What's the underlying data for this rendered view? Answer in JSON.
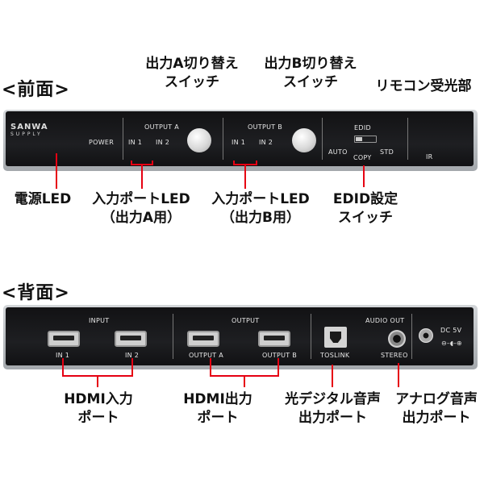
{
  "front": {
    "heading": "<前面>",
    "brand": {
      "name": "SANWA",
      "sub": "SUPPLY"
    },
    "panel": {
      "power": "POWER",
      "output_a": "OUTPUT A",
      "output_b": "OUTPUT B",
      "in1": "IN 1",
      "in2": "IN 2",
      "edid": "EDID",
      "auto": "AUTO",
      "copy": "COPY",
      "std": "STD",
      "ir": "IR"
    },
    "callouts": {
      "switch_a": [
        "出力A切り替え",
        "スイッチ"
      ],
      "switch_b": [
        "出力B切り替え",
        "スイッチ"
      ],
      "ir_receiver": [
        "リモコン受光部"
      ],
      "power_led": [
        "電源LED"
      ],
      "port_led_a": [
        "入力ポートLED",
        "（出力A用）"
      ],
      "port_led_b": [
        "入力ポートLED",
        "（出力B用）"
      ],
      "edid_switch": [
        "EDID設定",
        "スイッチ"
      ]
    }
  },
  "back": {
    "heading": "<背面>",
    "panel": {
      "input": "INPUT",
      "output": "OUTPUT",
      "audio_out": "AUDIO OUT",
      "in1": "IN 1",
      "in2": "IN 2",
      "out_a": "OUTPUT A",
      "out_b": "OUTPUT B",
      "toslink": "TOSLINK",
      "stereo": "STEREO",
      "dc": "DC 5V"
    },
    "callouts": {
      "hdmi_in": [
        "HDMI入力",
        "ポート"
      ],
      "hdmi_out": [
        "HDMI出力",
        "ポート"
      ],
      "optical_out": [
        "光デジタル音声",
        "出力ポート"
      ],
      "analog_out": [
        "アナログ音声",
        "出力ポート"
      ]
    }
  },
  "colors": {
    "leader": "#e60012",
    "panel_text": "#e8e8e8",
    "knob": "#d9d9d9"
  }
}
